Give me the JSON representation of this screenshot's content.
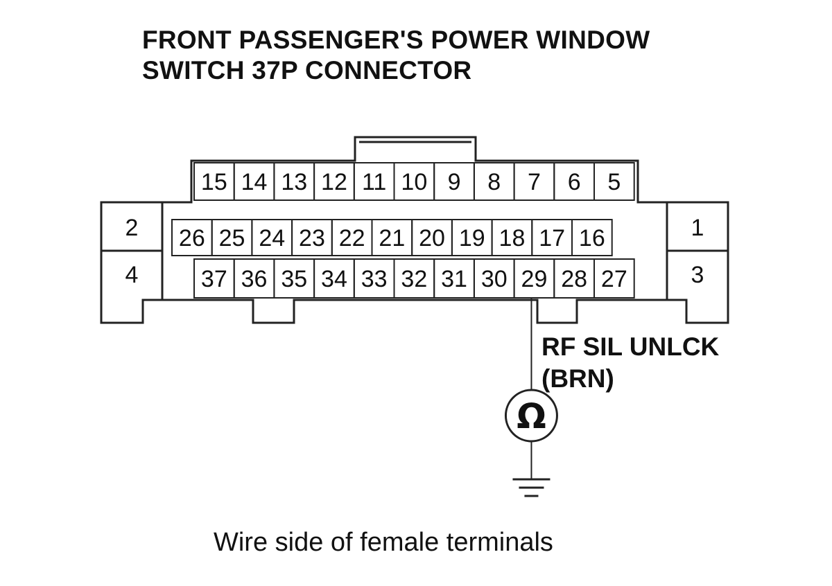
{
  "title": {
    "line1": "FRONT PASSENGER'S POWER WINDOW",
    "line2": "SWITCH 37P CONNECTOR"
  },
  "connector": {
    "top_row": [
      "15",
      "14",
      "13",
      "12",
      "11",
      "10",
      "9",
      "8",
      "7",
      "6",
      "5"
    ],
    "middle_row": [
      "26",
      "25",
      "24",
      "23",
      "22",
      "21",
      "20",
      "19",
      "18",
      "17",
      "16"
    ],
    "bottom_row": [
      "37",
      "36",
      "35",
      "34",
      "33",
      "32",
      "31",
      "30",
      "29",
      "28",
      "27"
    ],
    "left_side": [
      "2",
      "4"
    ],
    "right_side": [
      "1",
      "3"
    ]
  },
  "probe": {
    "terminal": "29",
    "wire_name": "RF SIL UNLCK",
    "wire_color": "(BRN)",
    "meter_symbol": "Ω",
    "ground_icon": "ground-symbol-icon"
  },
  "caption": "Wire side of female terminals"
}
